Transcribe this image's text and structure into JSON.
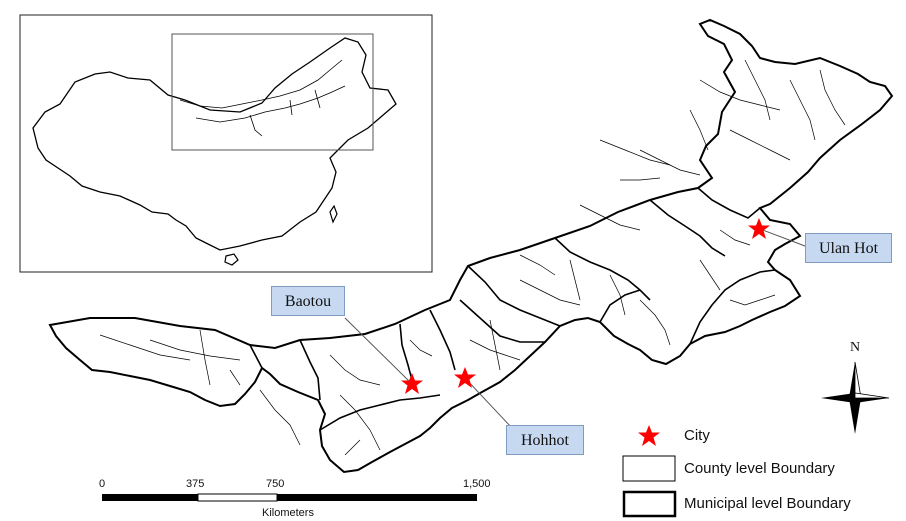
{
  "cities": [
    {
      "name": "Baotou"
    },
    {
      "name": "Hohhot"
    },
    {
      "name": "Ulan Hot"
    }
  ],
  "legend": {
    "city": "City",
    "county": "County level Boundary",
    "municipal": "Municipal level Boundary"
  },
  "scale": {
    "ticks": [
      "0",
      "375",
      "750",
      "1,500"
    ],
    "unit": "Kilometers"
  },
  "north": "N",
  "colors": {
    "star": "#ff0000",
    "callout_fill": "#c6d9f1",
    "boundary": "#000000"
  },
  "icons": {
    "star": "star-icon",
    "north": "north-arrow-icon"
  }
}
